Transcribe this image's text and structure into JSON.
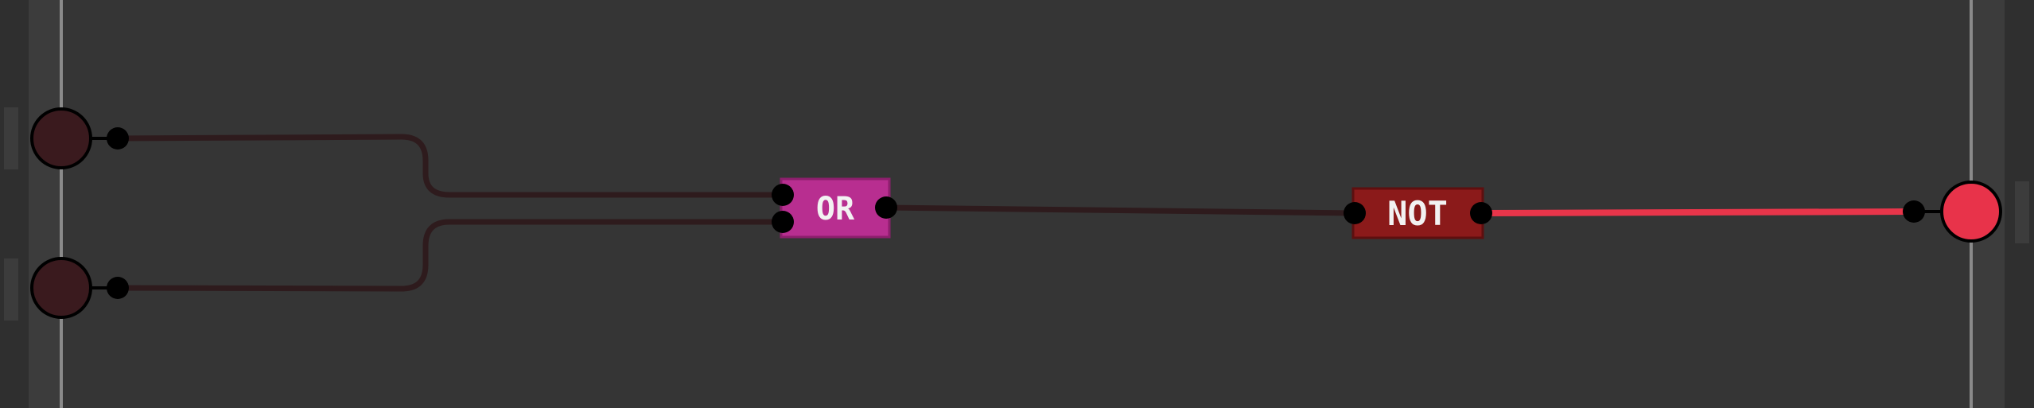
{
  "colors": {
    "background": "#353535",
    "rail": "#2d2d2d",
    "rail_line": "#8a8a8a",
    "wire_off": "#2e1b1d",
    "wire_on": "#e8354a",
    "pin": "#000000",
    "input_off_fill": "#3a1a1e",
    "output_on_fill": "#e8334a",
    "or_gate": "#b82e90",
    "not_gate": "#8b1a1a"
  },
  "circuit": {
    "inputs": [
      {
        "name": "input-a",
        "state": "off"
      },
      {
        "name": "input-b",
        "state": "off"
      }
    ],
    "gates": [
      {
        "name": "or-gate",
        "label": "OR"
      },
      {
        "name": "not-gate",
        "label": "NOT"
      }
    ],
    "outputs": [
      {
        "name": "output",
        "state": "on"
      }
    ],
    "wires": [
      {
        "from": "input-a",
        "to": "or-gate",
        "state": "off"
      },
      {
        "from": "input-b",
        "to": "or-gate",
        "state": "off"
      },
      {
        "from": "or-gate",
        "to": "not-gate",
        "state": "off"
      },
      {
        "from": "not-gate",
        "to": "output",
        "state": "on"
      }
    ]
  }
}
